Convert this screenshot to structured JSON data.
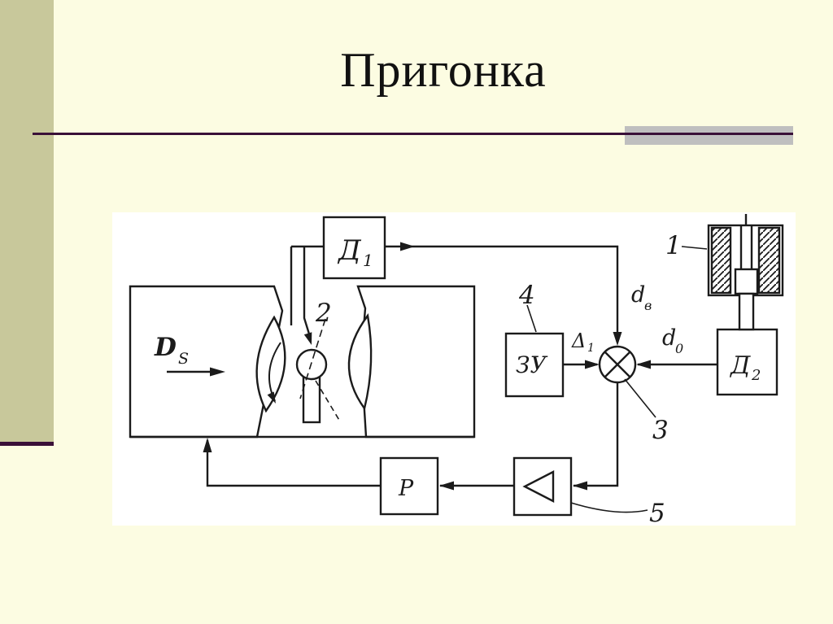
{
  "slide": {
    "title": "Пригонка",
    "colors": {
      "background": "#FCFCE2",
      "sidebar": "#C8C89B",
      "accent_rule": "#3A1038",
      "gray_bar": "#BFBFBF",
      "panel": "#FFFFFF",
      "ink": "#1B1B1B"
    }
  },
  "diagram": {
    "blocks": {
      "d1": {
        "base": "Д",
        "sub": "1"
      },
      "d2": {
        "base": "Д",
        "sub": "2"
      },
      "zu": {
        "label": "ЗУ"
      },
      "p": {
        "label": "Р"
      }
    },
    "signals": {
      "delta1": {
        "base": "Δ",
        "sub": "1"
      },
      "dv": {
        "base": "d",
        "sub": "в"
      },
      "d0": {
        "base": "d",
        "sub": "0"
      },
      "ds": {
        "base": "D",
        "sub": "S"
      }
    },
    "callouts": {
      "n1": "1",
      "n2": "2",
      "n3": "3",
      "n4": "4",
      "n5": "5"
    }
  }
}
